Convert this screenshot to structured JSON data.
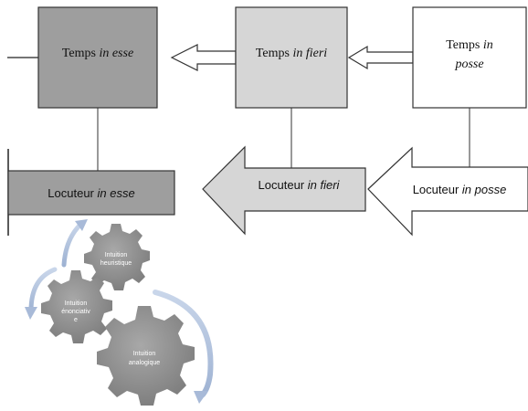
{
  "time_boxes": {
    "esse": {
      "prefix": "Temps ",
      "italic": "in esse"
    },
    "fieri": {
      "prefix": "Temps ",
      "italic": "in fieri"
    },
    "posse": {
      "prefix": "Temps ",
      "italic_line1": "in",
      "italic_line2": "posse"
    }
  },
  "speaker_boxes": {
    "esse": {
      "prefix": "Locuteur ",
      "italic": "in esse"
    },
    "fieri": {
      "prefix": "Locuteur ",
      "italic": "in fieri"
    },
    "posse": {
      "prefix": "Locuteur ",
      "italic": "in posse"
    }
  },
  "gears": {
    "heuristique": {
      "line1": "Intuition",
      "line2": "heuristique"
    },
    "enonciative": {
      "line1": "Intuition",
      "line2": "énonciativ",
      "line3": "e"
    },
    "analogique": {
      "line1": "Intuition",
      "line2": "analogique"
    }
  },
  "colors": {
    "dark_gray": "#9e9e9e",
    "light_gray": "#d6d6d6",
    "white": "#ffffff",
    "gear_gray": "#8f8f8f",
    "cycle_arrow": "#b3c4de"
  }
}
